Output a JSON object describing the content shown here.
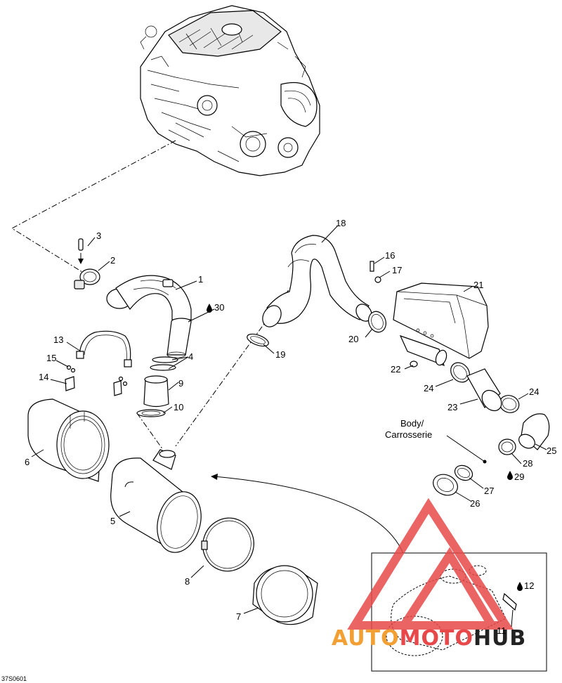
{
  "diagram_code": "37S0601",
  "body_label_line1": "Body/",
  "body_label_line2": "Carrosserie",
  "watermark": {
    "text_auto": "AUTO",
    "text_moto": "MOTO",
    "text_hub": "HUB",
    "color_auto": "#f2a033",
    "color_moto": "#e8484a",
    "color_hub": "#222222",
    "logo_color": "#e84a4a"
  },
  "callouts": [
    {
      "id": "1",
      "label": "1"
    },
    {
      "id": "2",
      "label": "2"
    },
    {
      "id": "3",
      "label": "3"
    },
    {
      "id": "4",
      "label": "4"
    },
    {
      "id": "5",
      "label": "5"
    },
    {
      "id": "6",
      "label": "6"
    },
    {
      "id": "7",
      "label": "7"
    },
    {
      "id": "8",
      "label": "8"
    },
    {
      "id": "9",
      "label": "9"
    },
    {
      "id": "10",
      "label": "10"
    },
    {
      "id": "11",
      "label": "11"
    },
    {
      "id": "12",
      "label": "12"
    },
    {
      "id": "13",
      "label": "13"
    },
    {
      "id": "14",
      "label": "14"
    },
    {
      "id": "15",
      "label": "15"
    },
    {
      "id": "16",
      "label": "16"
    },
    {
      "id": "17",
      "label": "17"
    },
    {
      "id": "18",
      "label": "18"
    },
    {
      "id": "19",
      "label": "19"
    },
    {
      "id": "20",
      "label": "20"
    },
    {
      "id": "21",
      "label": "21"
    },
    {
      "id": "22",
      "label": "22"
    },
    {
      "id": "23",
      "label": "23"
    },
    {
      "id": "24a",
      "label": "24"
    },
    {
      "id": "24b",
      "label": "24"
    },
    {
      "id": "25",
      "label": "25"
    },
    {
      "id": "26",
      "label": "26"
    },
    {
      "id": "27",
      "label": "27"
    },
    {
      "id": "28",
      "label": "28"
    },
    {
      "id": "29",
      "label": "29"
    },
    {
      "id": "30",
      "label": "30"
    }
  ]
}
